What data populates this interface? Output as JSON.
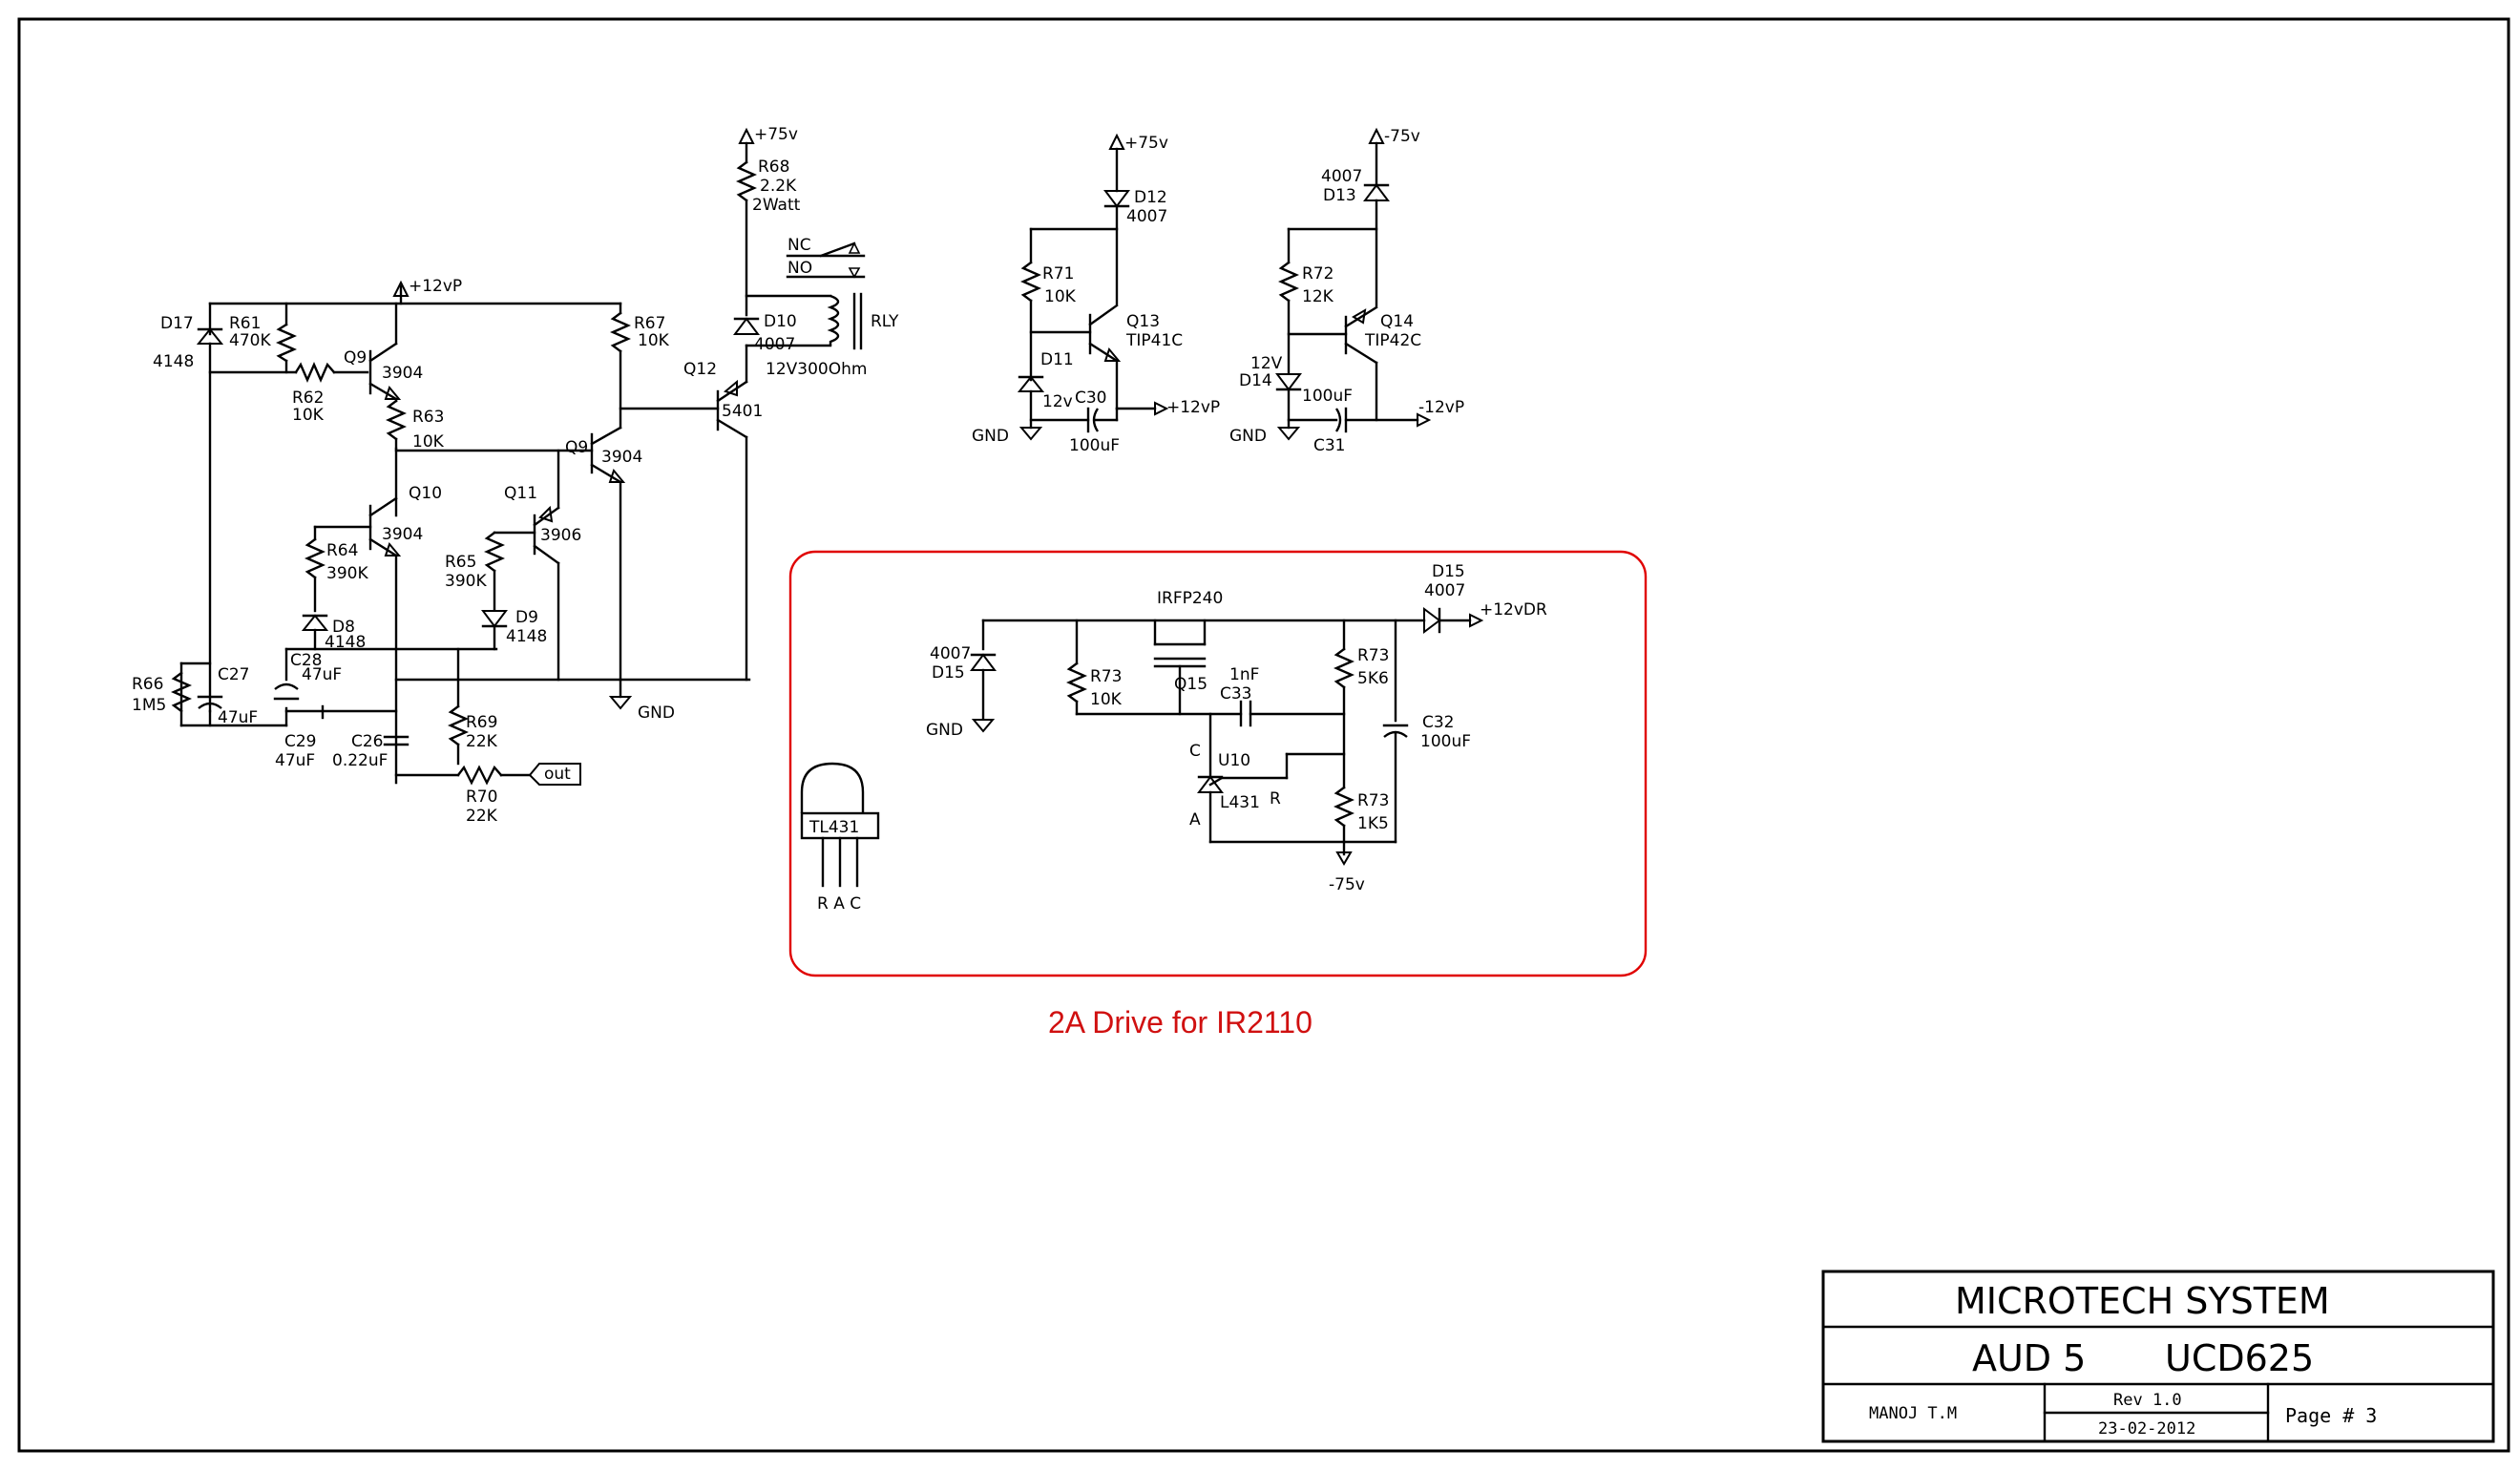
{
  "title_block": {
    "company": "MICROTECH SYSTEM",
    "project": "AUD 5",
    "board": "UCD625",
    "author": "MANOJ T.M",
    "revision": "Rev 1.0",
    "date": "23-02-2012",
    "page": "Page # 3"
  },
  "note": "2A Drive for IR2110",
  "rails": {
    "p75": "+75v",
    "m75": "-75v",
    "p12vp": "+12vP",
    "m12vp": "-12vP",
    "p12vdr": "+12vDR",
    "gnd": "GND",
    "out": "out"
  },
  "relay": {
    "nc": "NC",
    "no": "NO",
    "name": "RLY",
    "coil": "12V300Ohm"
  },
  "parts": {
    "D17": [
      "D17",
      "4148"
    ],
    "R61": [
      "R61",
      "470K"
    ],
    "R62": [
      "R62",
      "10K"
    ],
    "Q9a": [
      "Q9",
      "3904"
    ],
    "R63": [
      "R63",
      "10K"
    ],
    "Q10": [
      "Q10",
      "3904"
    ],
    "R64": [
      "R64",
      "390K"
    ],
    "D8": [
      "D8",
      "4148"
    ],
    "C28": [
      "C28",
      "47uF"
    ],
    "R66": [
      "R66",
      "1M5"
    ],
    "C27": [
      "C27",
      "47uF"
    ],
    "C29": [
      "C29",
      "47uF"
    ],
    "C26": [
      "C26",
      "0.22uF"
    ],
    "Q11": [
      "Q11",
      "3906"
    ],
    "R65": [
      "R65",
      "390K"
    ],
    "D9": [
      "D9",
      "4148"
    ],
    "R69": [
      "R69",
      "22K"
    ],
    "R70": [
      "R70",
      "22K"
    ],
    "Q9b": [
      "Q9",
      "3904"
    ],
    "R67": [
      "R67",
      "10K"
    ],
    "Q12": [
      "Q12",
      "5401"
    ],
    "R68": [
      "R68",
      "2.2K",
      "2Watt"
    ],
    "D10": [
      "D10",
      "4007"
    ],
    "D12": [
      "D12",
      "4007"
    ],
    "R71": [
      "R71",
      "10K"
    ],
    "Q13": [
      "Q13",
      "TIP41C"
    ],
    "D11": [
      "D11",
      "12v"
    ],
    "C30": [
      "C30",
      "100uF"
    ],
    "D13": [
      "4007",
      "D13"
    ],
    "R72": [
      "R72",
      "12K"
    ],
    "Q14": [
      "Q14",
      "TIP42C"
    ],
    "D14": [
      "12V",
      "D14"
    ],
    "C31": [
      "100uF",
      "C31"
    ],
    "D15a": [
      "4007",
      "D15"
    ],
    "R73a": [
      "R73",
      "10K"
    ],
    "Q15": [
      "IRFP240",
      "Q15"
    ],
    "C33": [
      "1nF",
      "C33"
    ],
    "R73b": [
      "R73",
      "5K6"
    ],
    "D15b": [
      "D15",
      "4007"
    ],
    "C32": [
      "C32",
      "100uF"
    ],
    "U10": [
      "U10",
      "L431",
      "C",
      "A",
      "R"
    ],
    "R73c": [
      "R73",
      "1K5"
    ],
    "TL431": [
      "TL431",
      "R A C"
    ]
  }
}
